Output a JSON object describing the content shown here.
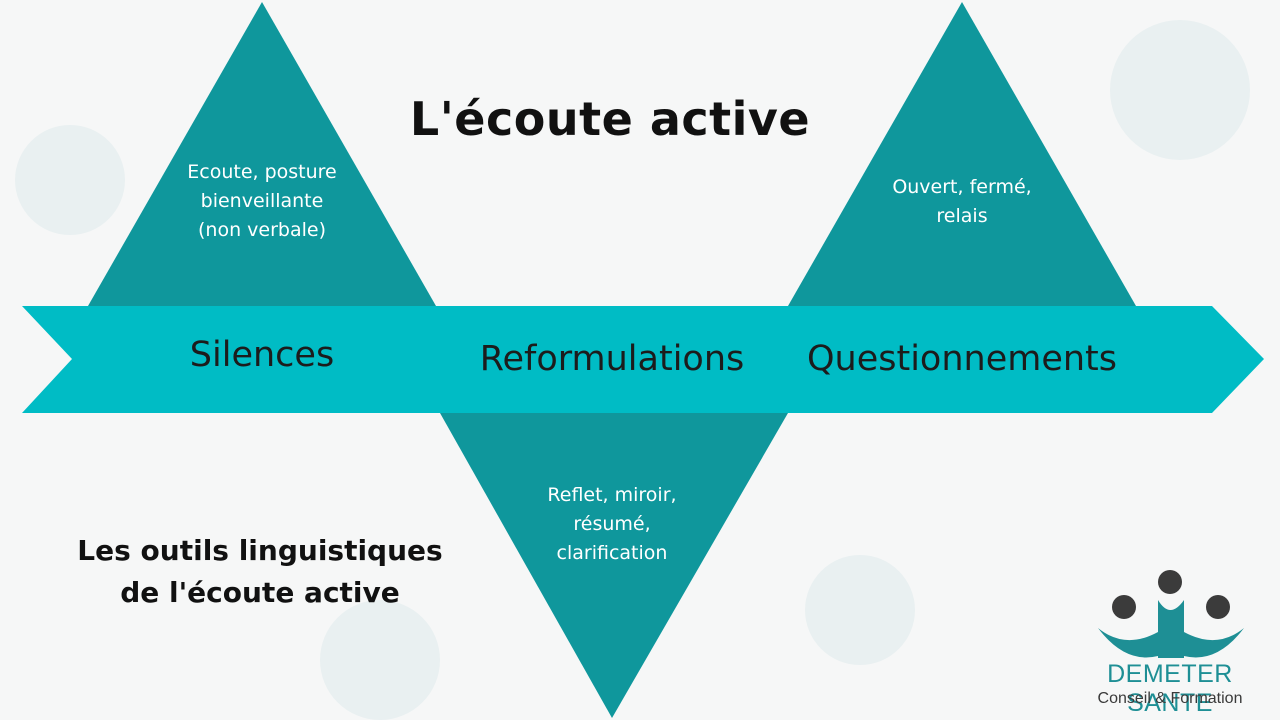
{
  "diagram": {
    "title": "L'écoute active",
    "subtitle_line1": "Les outils linguistiques",
    "subtitle_line2": "de l'écoute active",
    "nodes": [
      {
        "id": "silences",
        "label": "Silences",
        "detail": [
          "Ecoute, posture",
          "bienveillante",
          "(non verbale)"
        ]
      },
      {
        "id": "reformulations",
        "label": "Reformulations",
        "detail": [
          "Reflet, miroir,",
          "résumé,",
          "clarification"
        ]
      },
      {
        "id": "questionnements",
        "label": "Questionnements",
        "detail": [
          "Ouvert, fermé,",
          "relais"
        ]
      }
    ]
  },
  "logo": {
    "name": "DEMETER SANTE",
    "tagline": "Conseil & Formation"
  },
  "colors": {
    "band": "#00bcc5",
    "triangle": "#0f979c",
    "logo_dark": "#3b3b3b",
    "logo_teal": "#1e8f95"
  }
}
